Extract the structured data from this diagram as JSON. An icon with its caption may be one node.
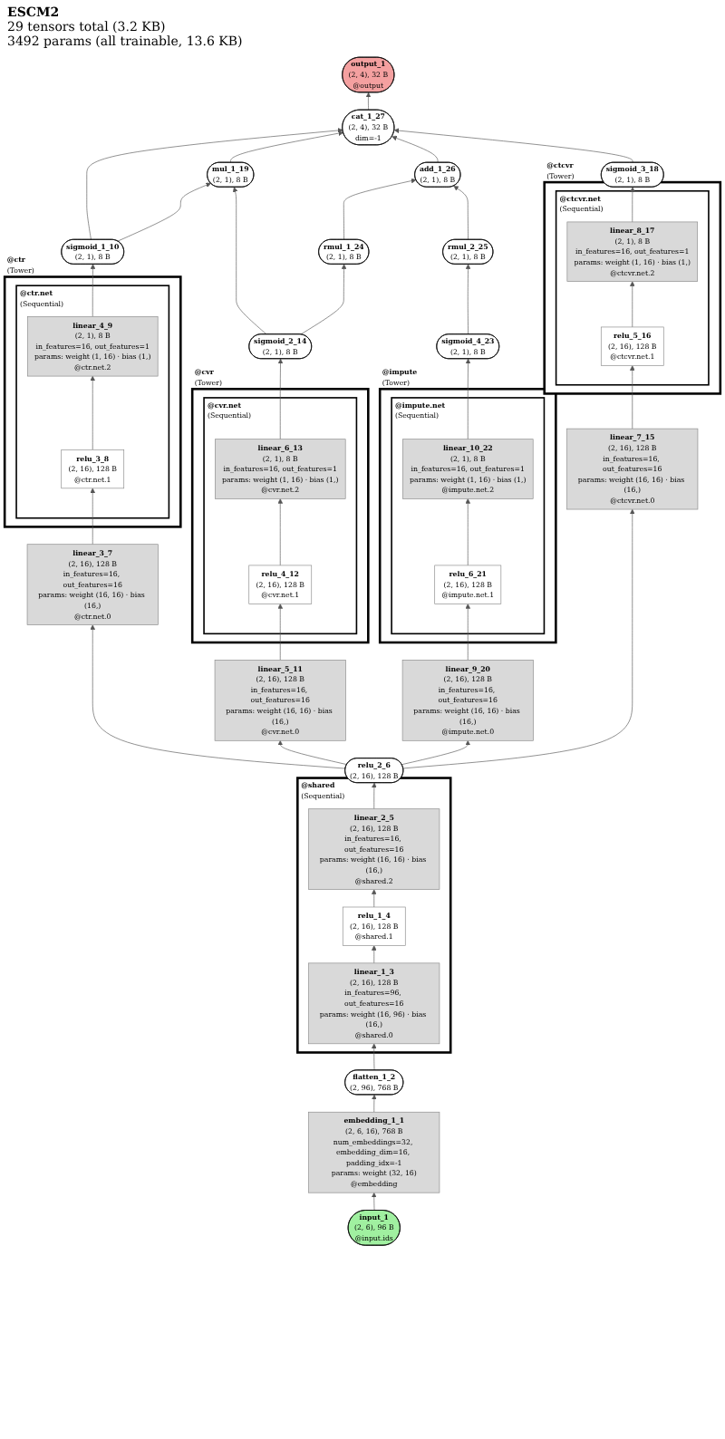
{
  "diagram": {
    "title": "ESCM2",
    "nodes": [
      {
        "text": [
          "output_1",
          "(2, 4), 32 B",
          "@output"
        ]
      },
      {
        "text": [
          "cat_1_27",
          "(2, 4), 32 B",
          "dim=-1"
        ]
      },
      {
        "text": [
          "add_1_26",
          "(2, 1), 8 B"
        ]
      },
      {
        "text": [
          "sigmoid_3_18",
          "(2, 1), 8 B"
        ]
      },
      {
        "text": [
          "@ctcvr",
          "(Tower)"
        ]
      },
      {
        "text": [
          "@ctcvr.net",
          "(Sequential)"
        ],
        "in": 4
      },
      {
        "text": [
          "linear_8_17",
          "(2, 1), 8 B",
          "in_features=16, out_features=1",
          "params: weight (1, 16) · bias (1,)",
          "@ctcvr.net.2"
        ],
        "in": 5
      },
      {
        "text": [
          "mul_1_19",
          "(2, 1), 8 B"
        ]
      },
      {
        "text": [
          "rmul_1_24",
          "(2, 1), 8 B"
        ]
      },
      {
        "text": [
          "rmul_2_25",
          "(2, 1), 8 B"
        ]
      },
      {
        "text": [
          "relu_5_16",
          "(2, 16), 128 B",
          "@ctcvr.net.1"
        ],
        "in": 5
      },
      {
        "text": [
          "sigmoid_1_10",
          "(2, 1), 8 B"
        ]
      },
      {
        "text": [
          "sigmoid_2_14",
          "(2, 1), 8 B"
        ]
      },
      {
        "text": [
          "sigmoid_4_23",
          "(2, 1), 8 B"
        ]
      },
      {
        "text": [
          "@ctr",
          "(Tower)"
        ]
      },
      {
        "text": [
          "@ctr.net",
          "(Sequential)"
        ],
        "in": 14
      },
      {
        "text": [
          "linear_4_9",
          "(2, 1), 8 B",
          "in_features=16, out_features=1",
          "params: weight (1, 16) · bias (1,)",
          "@ctr.net.2"
        ],
        "in": 15
      },
      {
        "text": [
          "relu_3_8",
          "(2, 16), 128 B",
          "@ctr.net.1"
        ],
        "in": 15
      },
      {
        "text": [
          "@cvr",
          "(Tower)"
        ]
      },
      {
        "text": [
          "@cvr.net",
          "(Sequential)"
        ],
        "in": 18
      },
      {
        "text": [
          "linear_6_13",
          "(2, 1), 8 B",
          "in_features=16, out_features=1",
          "params: weight (1, 16) · bias (1,)",
          "@cvr.net.2"
        ],
        "in": 19
      },
      {
        "text": [
          "relu_4_12",
          "(2, 16), 128 B",
          "@cvr.net.1"
        ],
        "in": 19
      },
      {
        "text": [
          "@impute",
          "(Tower)"
        ]
      },
      {
        "text": [
          "@impute.net",
          "(Sequential)"
        ],
        "in": 22
      },
      {
        "text": [
          "linear_10_22",
          "(2, 1), 8 B",
          "in_features=16, out_features=1",
          "params: weight (1, 16) · bias (1,)",
          "@impute.net.2"
        ],
        "in": 23
      },
      {
        "text": [
          "relu_6_21",
          "(2, 16), 128 B",
          "@impute.net.1"
        ],
        "in": 23
      },
      {
        "text": [
          "linear_3_7",
          "(2, 16), 128 B",
          "in_features=16, out_features=16",
          "params: weight (16, 16) · bias (16,)",
          "@ctr.net.0"
        ]
      },
      {
        "text": [
          "linear_5_11",
          "(2, 16), 128 B",
          "in_features=16, out_features=16",
          "params: weight (16, 16) · bias (16,)",
          "@cvr.net.0"
        ]
      },
      {
        "text": [
          "linear_7_15",
          "(2, 16), 128 B",
          "in_features=16, out_features=16",
          "params: weight (16, 16) · bias (16,)",
          "@ctcvr.net.0"
        ]
      },
      {
        "text": [
          "linear_9_20",
          "(2, 16), 128 B",
          "in_features=16, out_features=16",
          "params: weight (16, 16) · bias (16,)",
          "@impute.net.0"
        ]
      },
      {
        "text": [
          "relu_2_6",
          "(2, 16), 128 B"
        ]
      },
      {
        "text": [
          "@shared",
          "(Sequential)"
        ]
      },
      {
        "text": [
          "linear_2_5",
          "(2, 16), 128 B",
          "in_features=16, out_features=16",
          "params: weight (16, 16) · bias (16,)",
          "@shared.2"
        ],
        "in": 31
      },
      {
        "text": [
          "relu_1_4",
          "(2, 16), 128 B",
          "@shared.1"
        ],
        "in": 31
      },
      {
        "text": [
          "linear_1_3",
          "(2, 16), 128 B",
          "in_features=96, out_features=16",
          "params: weight (16, 96) · bias (16,)",
          "@shared.0"
        ],
        "in": 31
      },
      {
        "text": [
          "flatten_1_2",
          "(2, 96), 768 B"
        ]
      },
      {
        "text": [
          "embedding_1_1",
          "(2, 6, 16), 768 B",
          "num_embeddings=32, embedding_dim=16, padding_idx=-1",
          "params: weight (32, 16)",
          "@embedding"
        ]
      },
      {
        "text": [
          "input_1",
          "(2, 6), 96 B",
          "@input.ids"
        ]
      }
    ],
    "edges": [
      {
        "from": 37,
        "to": 36,
        "arrow": "to"
      },
      {
        "from": 36,
        "to": 35,
        "arrow": "to"
      },
      {
        "from": 35,
        "to": 34,
        "arrow": "to"
      },
      {
        "from": 34,
        "to": 33,
        "arrow": "to"
      },
      {
        "from": 33,
        "to": 32,
        "arrow": "to"
      },
      {
        "from": 32,
        "to": 30,
        "arrow": "to"
      },
      {
        "from": 30,
        "to": 26,
        "arrow": "to"
      },
      {
        "from": 30,
        "to": 27,
        "arrow": "to"
      },
      {
        "from": 30,
        "to": 28,
        "arrow": "to"
      },
      {
        "from": 30,
        "to": 29,
        "arrow": "to"
      },
      {
        "from": 26,
        "to": 17,
        "arrow": "to"
      },
      {
        "from": 17,
        "to": 16,
        "arrow": "to"
      },
      {
        "from": 16,
        "to": 11,
        "arrow": "to"
      },
      {
        "from": 27,
        "to": 21,
        "arrow": "to"
      },
      {
        "from": 21,
        "to": 20,
        "arrow": "to"
      },
      {
        "from": 20,
        "to": 12,
        "arrow": "to"
      },
      {
        "from": 28,
        "to": 10,
        "arrow": "to"
      },
      {
        "from": 10,
        "to": 6,
        "arrow": "to"
      },
      {
        "from": 6,
        "to": 3,
        "arrow": "to"
      },
      {
        "from": 29,
        "to": 25,
        "arrow": "to"
      },
      {
        "from": 25,
        "to": 24,
        "arrow": "to"
      },
      {
        "from": 24,
        "to": 13,
        "arrow": "to"
      },
      {
        "from": 11,
        "to": 7,
        "arrow": "to"
      },
      {
        "from": 12,
        "to": 7,
        "arrow": "to"
      },
      {
        "from": 12,
        "to": 8,
        "arrow": "to"
      },
      {
        "from": 13,
        "to": 9,
        "arrow": "to"
      },
      {
        "from": 11,
        "to": 1,
        "arrow": "to"
      },
      {
        "from": 7,
        "to": 1,
        "arrow": "to"
      },
      {
        "from": 8,
        "to": 2,
        "arrow": "to"
      },
      {
        "from": 9,
        "to": 2,
        "arrow": "to"
      },
      {
        "from": 2,
        "to": 1,
        "arrow": "to"
      },
      {
        "from": 3,
        "to": 1,
        "arrow": "to"
      },
      {
        "from": 1,
        "to": 0,
        "arrow": "to"
      }
    ],
    "labels": [
      "29 tensors total (3.2 KB)",
      "3492 params (all trainable, 13.6 KB)"
    ]
  }
}
